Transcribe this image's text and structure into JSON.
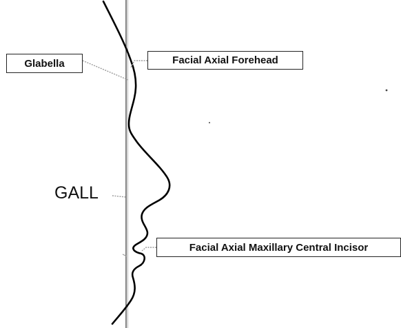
{
  "labels": {
    "glabella": "Glabella",
    "facial_axial_forehead": "Facial Axial Forehead",
    "gall": "GALL",
    "facial_axial_maxillary_central_incisor": "Facial Axial Maxillary Central Incisor"
  },
  "colors": {
    "profile_line": "#000000",
    "reference_line": "#555555",
    "leader_line": "#9a9a9a",
    "box_border": "#222222"
  }
}
